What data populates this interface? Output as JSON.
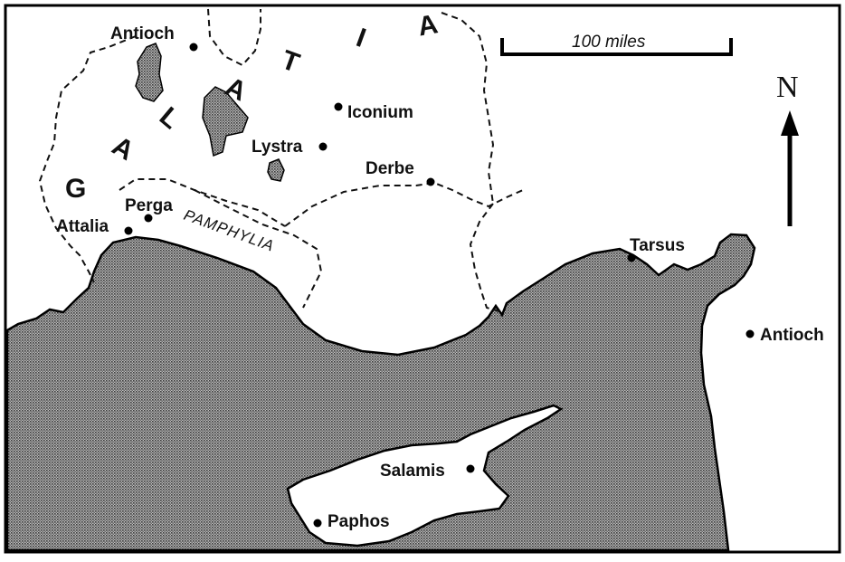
{
  "regions": {
    "galatia_letters": [
      "G",
      "A",
      "L",
      "A",
      "T",
      "I",
      "A"
    ],
    "pamphylia": "PAMPHYLIA"
  },
  "cities": {
    "antioch_pisidia": "Antioch",
    "iconium": "Iconium",
    "lystra": "Lystra",
    "derbe": "Derbe",
    "perga": "Perga",
    "attalia": "Attalia",
    "tarsus": "Tarsus",
    "antioch_syria": "Antioch",
    "salamis": "Salamis",
    "paphos": "Paphos"
  },
  "scale": {
    "label": "100 miles"
  },
  "compass": {
    "label": "N"
  },
  "colors": {
    "sea_dark": "#3a3a3a",
    "sea_light": "#bdbdbd",
    "land": "#ffffff",
    "ink": "#111111"
  }
}
